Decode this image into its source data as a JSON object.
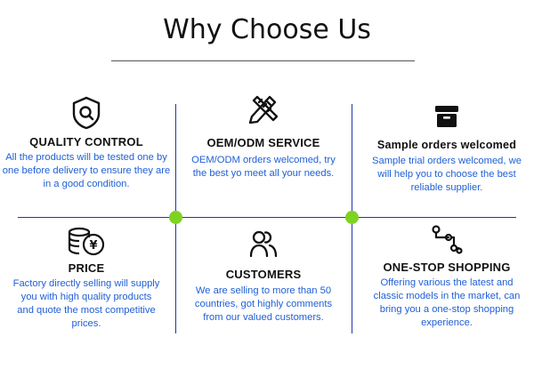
{
  "page": {
    "title": "Why Choose Us"
  },
  "colors": {
    "accent_text": "#1f5fd6",
    "grid_line": "#2332a8",
    "dot": "#7ed321"
  },
  "features": [
    {
      "icon": "shield-search-icon",
      "heading": "QUALITY CONTROL",
      "description": "All the products will be tested one by one before delivery to ensure they are in a good condition."
    },
    {
      "icon": "pencil-ruler-icon",
      "heading": "OEM/ODM SERVICE",
      "description": "OEM/ODM orders welcomed, try the best yo meet all your needs."
    },
    {
      "icon": "archive-box-icon",
      "heading": "Sample orders welcomed",
      "description": "Sample trial orders welcomed, we will help you to choose the best reliable supplier."
    },
    {
      "icon": "coins-yen-icon",
      "heading": "PRICE",
      "description": "Factory directly selling will supply you with high quality products and quote the most competitive prices."
    },
    {
      "icon": "users-icon",
      "heading": "CUSTOMERS",
      "description": "We are selling to more than 50 countries, got highly comments from our valued customers."
    },
    {
      "icon": "route-icon",
      "heading": "ONE-STOP SHOPPING",
      "description": "Offering various the latest and classic models in the market, can bring you a one-stop shopping experience."
    }
  ]
}
